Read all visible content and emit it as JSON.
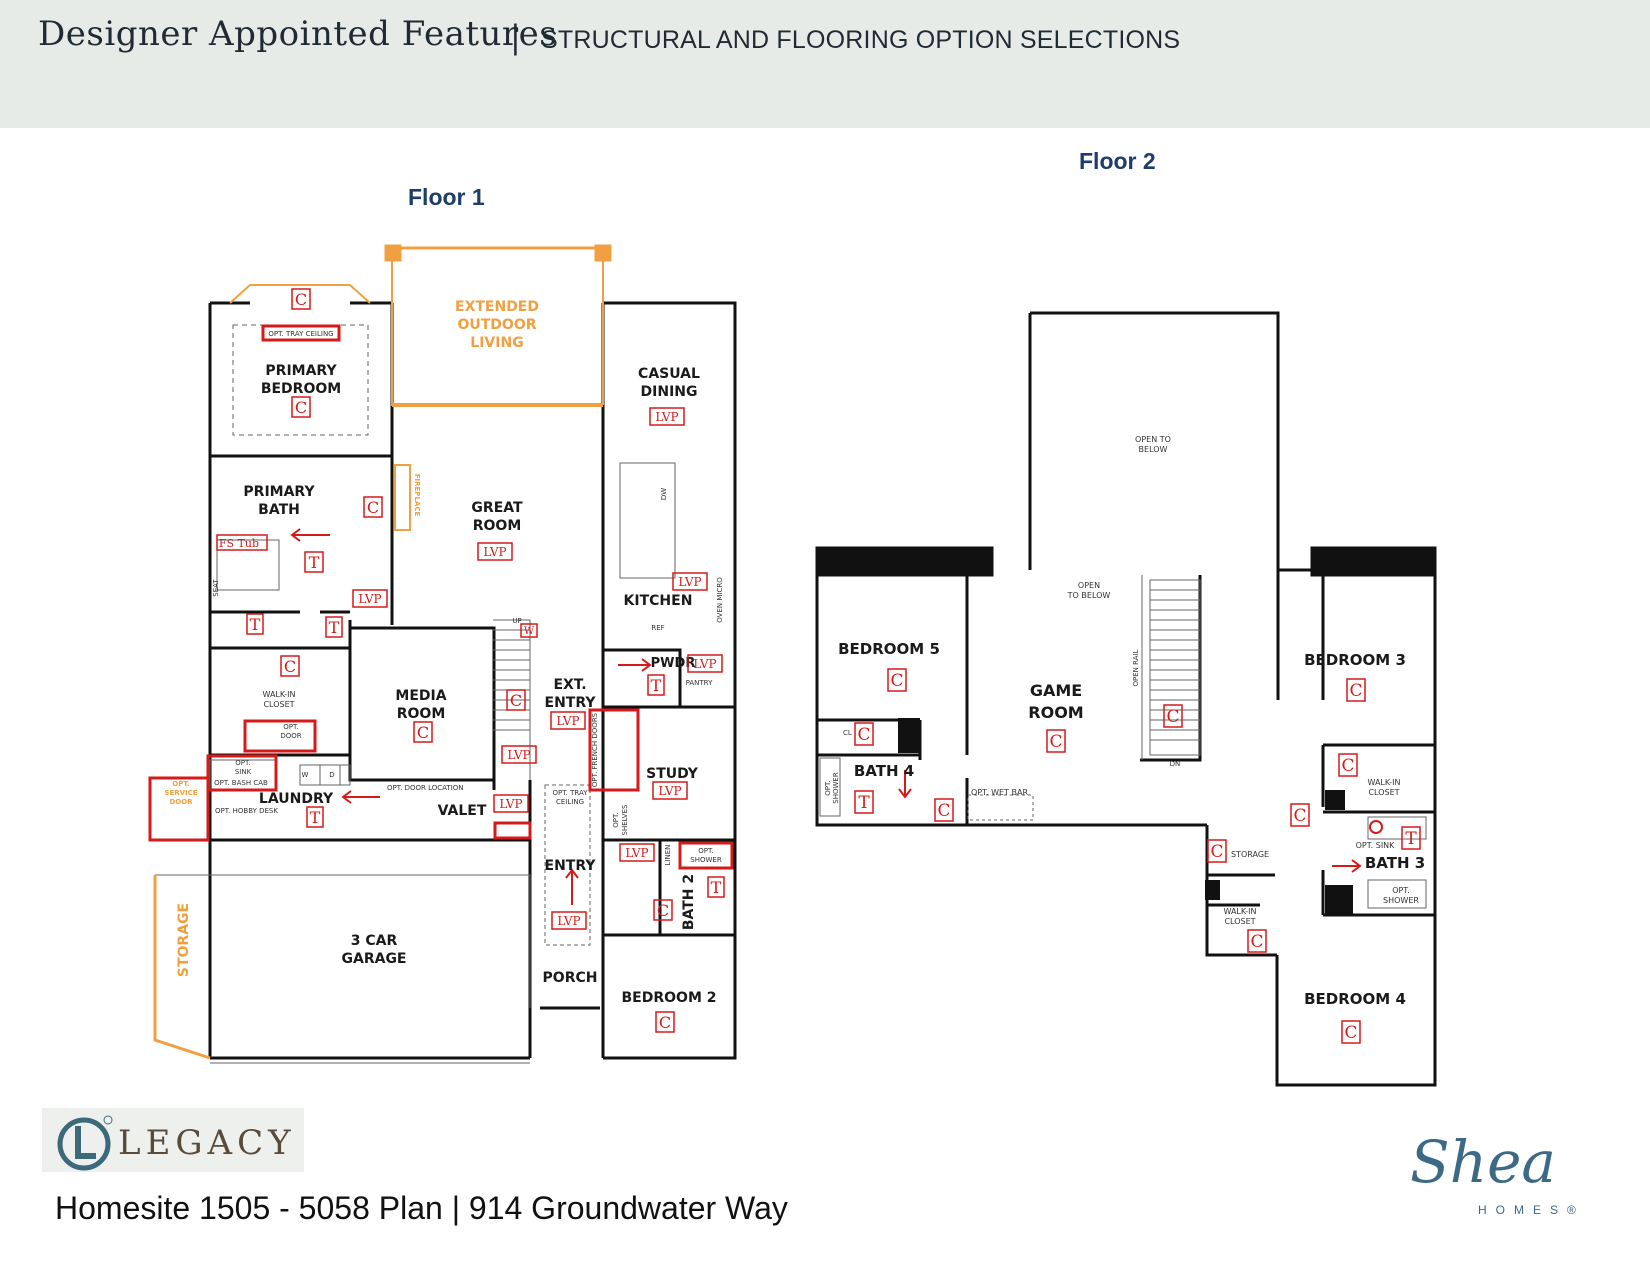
{
  "header": {
    "title": "Designer Appointed Features",
    "separator": "|",
    "subtitle": "STRUCTURAL AND FLOORING OPTION SELECTIONS"
  },
  "floor1": {
    "label": "Floor 1",
    "rooms": {
      "primary_bedroom": [
        "PRIMARY",
        "BEDROOM"
      ],
      "extended_outdoor": [
        "EXTENDED",
        "OUTDOOR",
        "LIVING"
      ],
      "casual_dining": [
        "CASUAL",
        "DINING"
      ],
      "primary_bath": [
        "PRIMARY",
        "BATH"
      ],
      "great_room": [
        "GREAT",
        "ROOM"
      ],
      "kitchen": "KITCHEN",
      "media_room": [
        "MEDIA",
        "ROOM"
      ],
      "pwdr": "PWDR",
      "ext_entry": [
        "EXT.",
        "ENTRY"
      ],
      "study": "STUDY",
      "laundry": "LAUNDRY",
      "valet": "VALET",
      "entry": "ENTRY",
      "bath2": "BATH 2",
      "garage": [
        "3 CAR",
        "GARAGE"
      ],
      "storage": "STORAGE",
      "porch": "PORCH",
      "bedroom2": "BEDROOM 2",
      "walk_in_closet": [
        "WALK-IN",
        "CLOSET"
      ]
    },
    "small_labels": {
      "opt_tray_ceiling": "OPT. TRAY CEILING",
      "fireplace": "FIREPLACE",
      "seat": "SEAT",
      "opt_door": [
        "OPT.",
        "DOOR"
      ],
      "opt_sink": [
        "OPT.",
        "SINK"
      ],
      "opt_bash_cab": "OPT. BASH CAB",
      "opt_service_door": [
        "OPT.",
        "SERVICE",
        "DOOR"
      ],
      "opt_hobby_desk": "OPT. HOBBY DESK",
      "opt_door_location": "OPT. DOOR LOCATION",
      "opt_french_doors": "OPT. FRENCH DOORS",
      "opt_tray_ceiling2": [
        "OPT. TRAY",
        "CEILING"
      ],
      "opt_shelves": [
        "OPT.",
        "SHELVES"
      ],
      "linen": "LINEN",
      "opt_shower": [
        "OPT.",
        "SHOWER"
      ],
      "pantry": "PANTRY",
      "ref": "REF",
      "dw": "DW",
      "oven_micro": "OVEN MICRO",
      "up": "UP",
      "fs_tub": "FS Tub",
      "w": "W",
      "d": "D"
    }
  },
  "floor2": {
    "label": "Floor 2",
    "rooms": {
      "bedroom5": "BEDROOM 5",
      "game_room": [
        "GAME",
        "ROOM"
      ],
      "bedroom3": "BEDROOM 3",
      "bath4": "BATH 4",
      "bath3": "BATH 3",
      "bedroom4": "BEDROOM 4"
    },
    "small_labels": {
      "open_to_below1": [
        "OPEN TO",
        "BELOW"
      ],
      "open_to_below2": [
        "OPEN",
        "TO BELOW"
      ],
      "open_rail": "OPEN RAIL",
      "dn": "DN",
      "opt_wet_bar": "OPT. WET BAR",
      "storage": "STORAGE",
      "walk_in_closet_a": [
        "WALK-IN",
        "CLOSET"
      ],
      "walk_in_closet_b": [
        "WALK-IN",
        "CLOSET"
      ],
      "opt_sink": "OPT. SINK",
      "opt_shower_a": [
        "OPT.",
        "SHOWER"
      ],
      "opt_shower_b": [
        "OPT.",
        "SHOWER"
      ],
      "cl": "CL"
    }
  },
  "marks": {
    "c": "C",
    "t": "T",
    "lvp": "LVP",
    "w": "W"
  },
  "footer": {
    "legacy": "LEGACY",
    "address": "Homesite 1505 - 5058 Plan | 914 Groundwater Way",
    "shea": "Shea",
    "homes": "HOMES®"
  },
  "colors": {
    "header_bg": "#e6ebe8",
    "floor_label": "#1d3d6b",
    "mark_red": "#d61a1a",
    "optional_orange": "#f0a040",
    "wall": "#111111",
    "shea_blue": "#3c6a86"
  }
}
